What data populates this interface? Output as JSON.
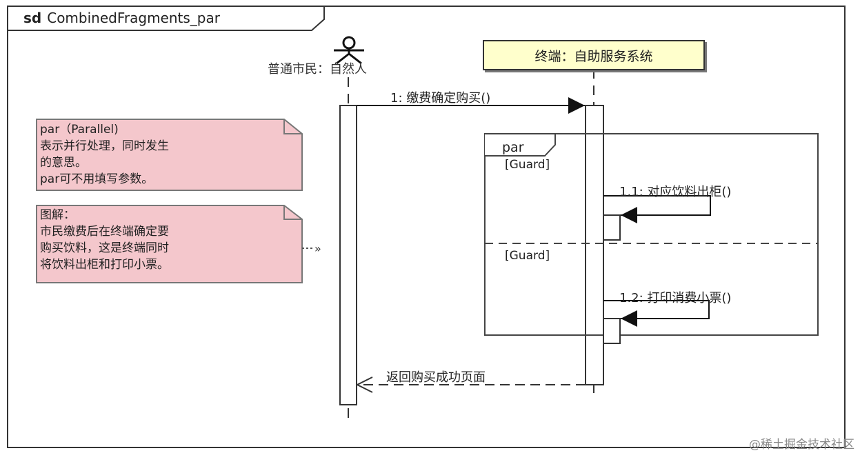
{
  "frame": {
    "keyword": "sd",
    "name": "CombinedFragments_par"
  },
  "actor": {
    "label": "普通市民：自然人"
  },
  "lifeline": {
    "label": "终端：自助服务系统"
  },
  "messages": {
    "m1": "1: 缴费确定购买()",
    "m11": "1.1: 对应饮料出柜()",
    "m12": "1.2: 打印消费小票()",
    "ret": "返回购买成功页面"
  },
  "fragment": {
    "operator": "par",
    "guard1": "[Guard]",
    "guard2": "[Guard]"
  },
  "note1": {
    "lines": [
      "par（Parallel)",
      "表示并行处理，同时发生",
      "的意思。",
      "par可不用填写参数。"
    ]
  },
  "note2": {
    "lines": [
      "图解：",
      "市民缴费后在终端确定要",
      "购买饮料，这是终端同时",
      "将饮料出柜和打印小票。"
    ]
  },
  "watermark": "@稀土掘金技术社区",
  "colors": {
    "note_fill": "#f4c7cc",
    "lifeline_fill": "#ffffcc",
    "line": "#222222"
  }
}
